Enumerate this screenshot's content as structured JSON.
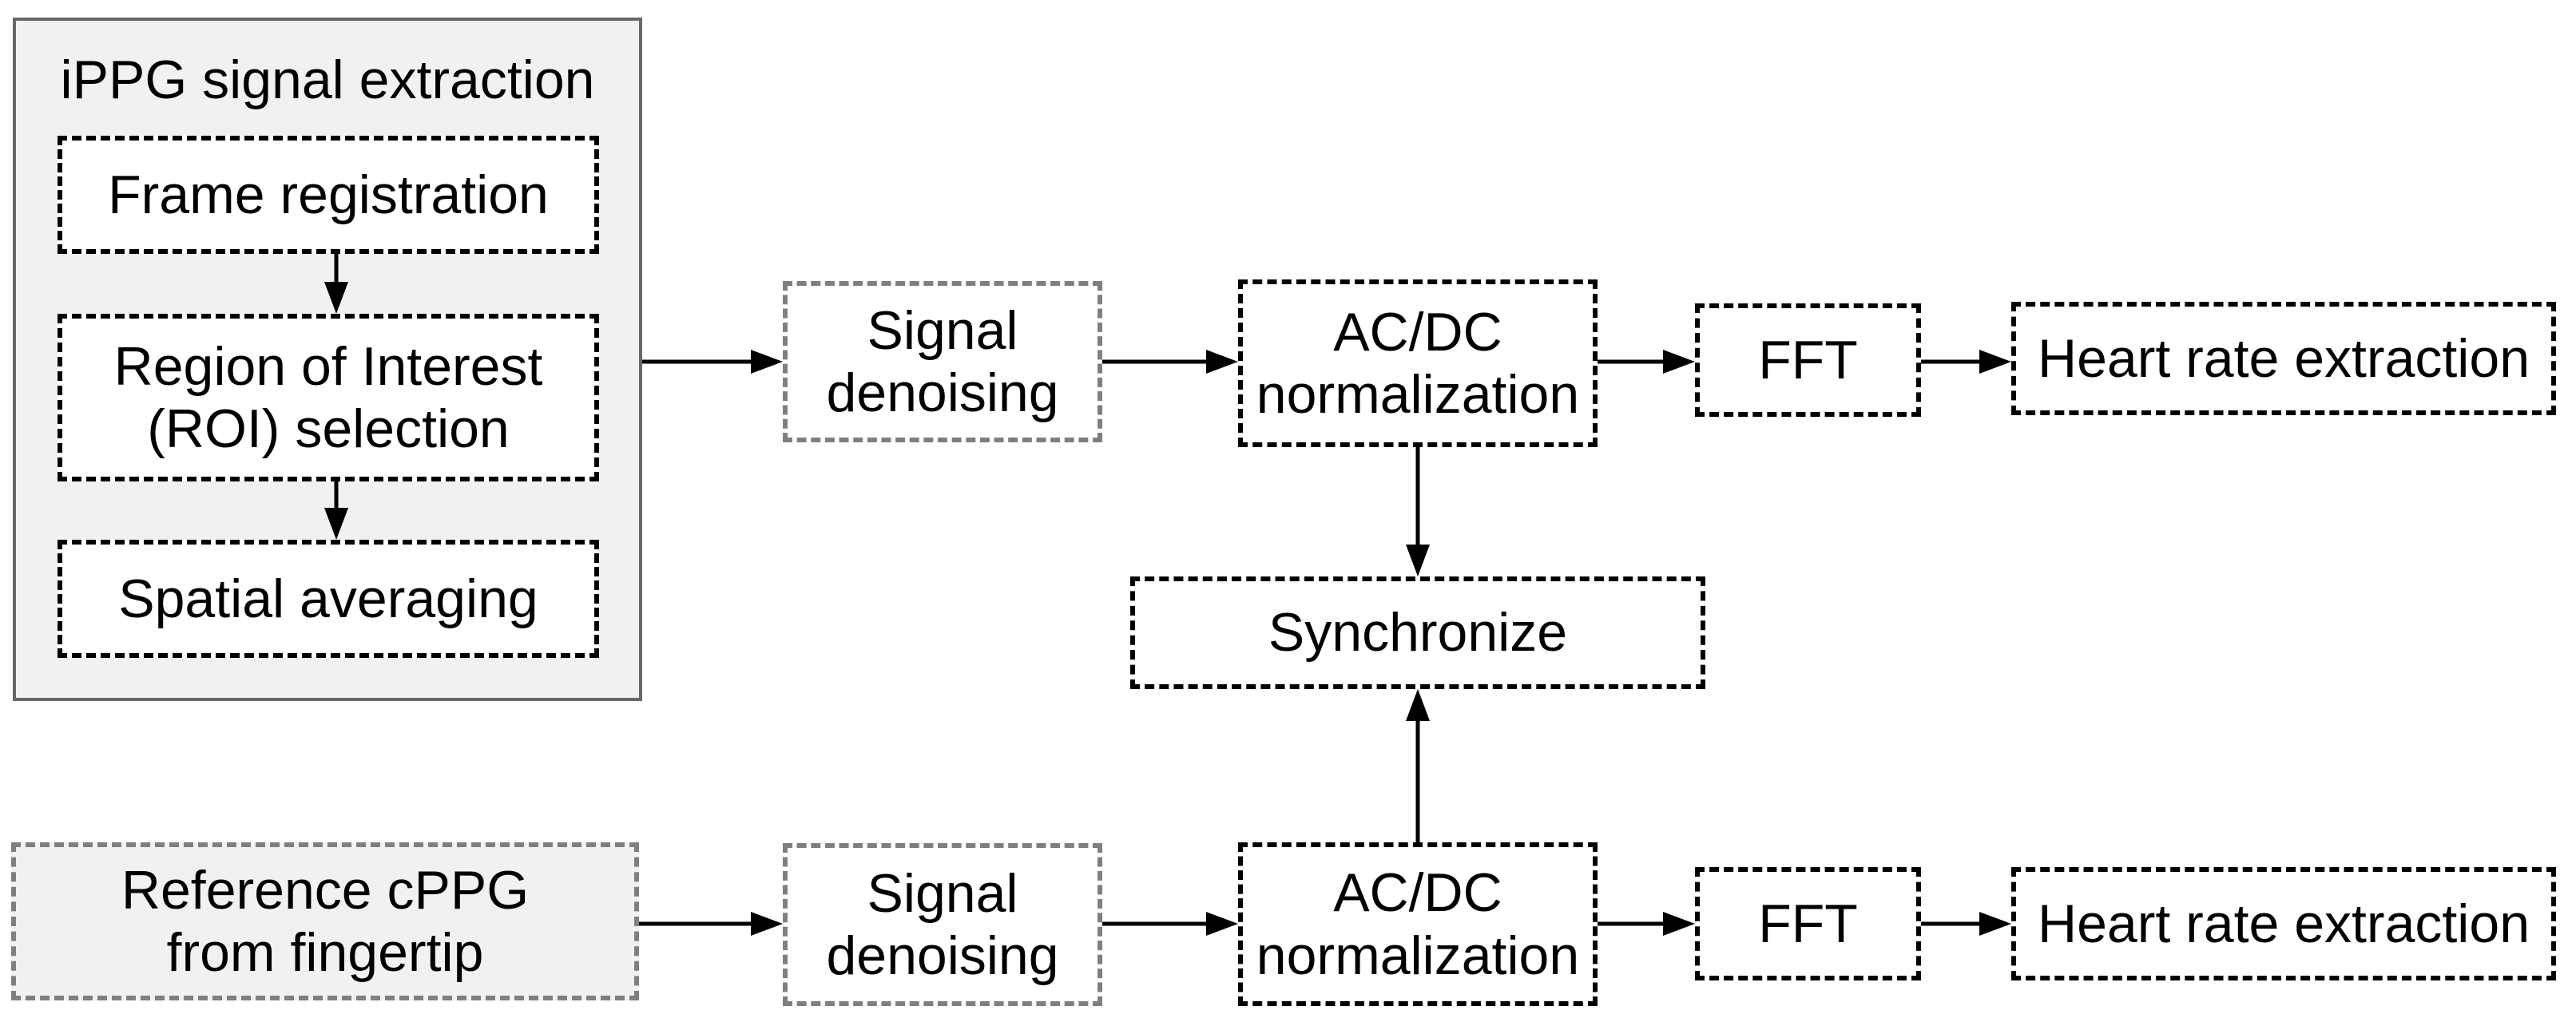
{
  "diagram": {
    "container": {
      "title": "iPPG signal extraction",
      "steps": [
        "Frame registration",
        "Region of Interest\n(ROI) selection",
        "Spatial averaging"
      ]
    },
    "top_row": {
      "signal_denoising": "Signal\ndenoising",
      "acdc_normalization": "AC/DC\nnormalization",
      "fft": "FFT",
      "heart_rate_extraction": "Heart rate extraction"
    },
    "synchronize": "Synchronize",
    "bottom_row": {
      "reference_cppg": "Reference cPPG\nfrom fingertip",
      "signal_denoising": "Signal\ndenoising",
      "acdc_normalization": "AC/DC\nnormalization",
      "fft": "FFT",
      "heart_rate_extraction": "Heart rate extraction"
    },
    "colors": {
      "background": "#ffffff",
      "text": "#000000",
      "black_dashed_border": "#000000",
      "gray_dashed_border": "#7f7f7f",
      "container_border": "#686868",
      "light_fill": "#f1f1f1",
      "box_fill": "#ffffff",
      "arrow": "#000000"
    }
  }
}
